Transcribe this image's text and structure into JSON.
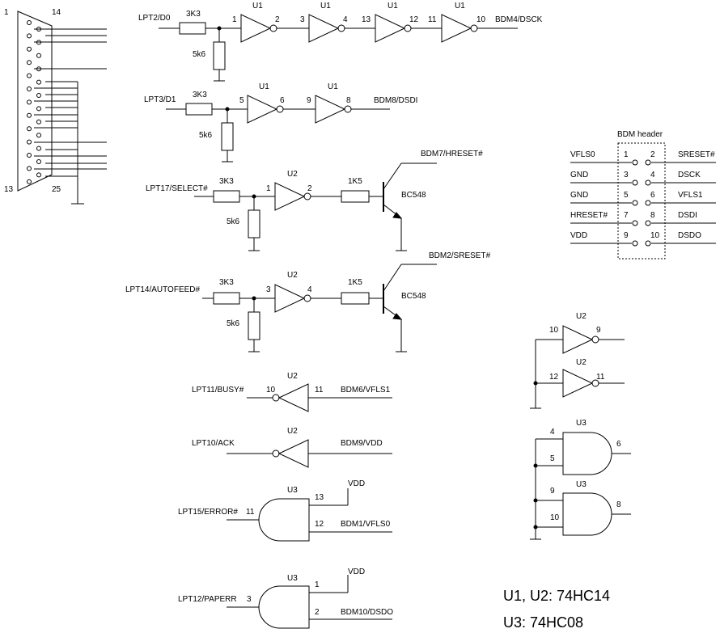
{
  "db25": {
    "pin1": "1",
    "pin13": "13",
    "pin14": "14",
    "pin25": "25"
  },
  "parts": {
    "r3k3": "3K3",
    "r5k6": "5k6",
    "r1k5": "1K5",
    "transistor": "BC548",
    "u1": "U1",
    "u2": "U2",
    "u3": "U3"
  },
  "signals": {
    "lpt2": "LPT2/D0",
    "bdm4": "BDM4/DSCK",
    "lpt3": "LPT3/D1",
    "bdm8": "BDM8/DSDI",
    "lpt17": "LPT17/SELECT#",
    "bdm7": "BDM7/HRESET#",
    "lpt14": "LPT14/AUTOFEED#",
    "bdm2": "BDM2/SRESET#",
    "lpt11": "LPT11/BUSY#",
    "bdm6": "BDM6/VFLS1",
    "lpt10": "LPT10/ACK",
    "bdm9": "BDM9/VDD",
    "lpt15": "LPT15/ERROR#",
    "bdm1": "BDM1/VFLS0",
    "lpt12": "LPT12/PAPERR",
    "bdm10": "BDM10/DSDO",
    "vdd": "VDD"
  },
  "pins": {
    "p1": "1",
    "p2": "2",
    "p3": "3",
    "p4": "4",
    "p5": "5",
    "p6": "6",
    "p8": "8",
    "p9": "9",
    "p10": "10",
    "p11": "11",
    "p12": "12",
    "p13": "13"
  },
  "header": {
    "title": "BDM header",
    "left": [
      "VFLS0",
      "GND",
      "GND",
      "HRESET#",
      "VDD"
    ],
    "right": [
      "SRESET#",
      "DSCK",
      "VFLS1",
      "DSDI",
      "DSDO"
    ],
    "odd": [
      "1",
      "3",
      "5",
      "7",
      "9"
    ],
    "even": [
      "2",
      "4",
      "6",
      "8",
      "10"
    ]
  },
  "legend": {
    "line1": "U1, U2: 74HC14",
    "line2": "U3: 74HC08"
  }
}
